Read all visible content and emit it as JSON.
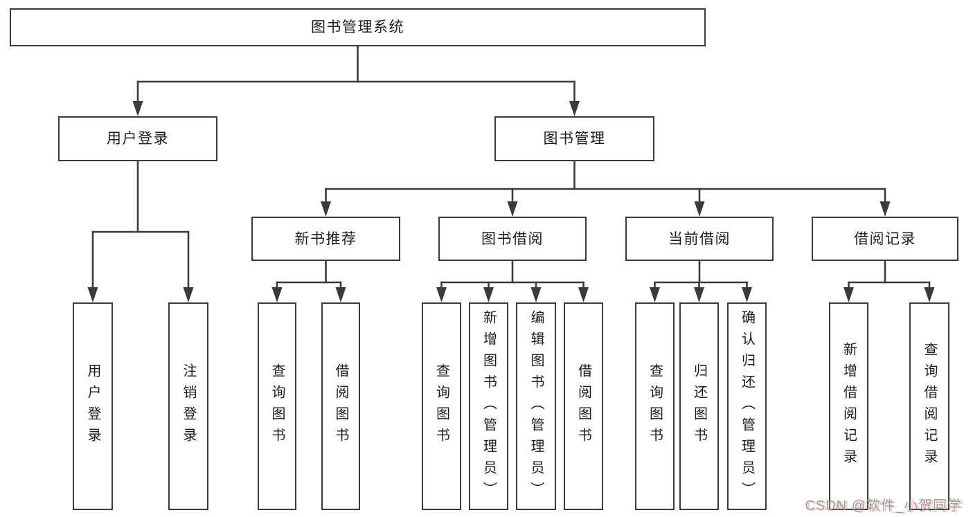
{
  "diagram": {
    "tree": {
      "id": "system-root",
      "label": "图书管理系统",
      "children": [
        {
          "id": "user-login-module",
          "label": "用户登录",
          "children": [
            {
              "id": "op-user-login",
              "label": "用户登录",
              "vertical": true
            },
            {
              "id": "op-logout",
              "label": "注销登录",
              "vertical": true
            }
          ]
        },
        {
          "id": "book-management-module",
          "label": "图书管理",
          "children": [
            {
              "id": "new-book-recommend",
              "label": "新书推荐",
              "children": [
                {
                  "id": "op-nbr-query-book",
                  "label": "查询图书",
                  "vertical": true
                },
                {
                  "id": "op-nbr-borrow-book",
                  "label": "借阅图书",
                  "vertical": true
                }
              ]
            },
            {
              "id": "book-borrowing",
              "label": "图书借阅",
              "children": [
                {
                  "id": "op-bb-query-book",
                  "label": "查询图书",
                  "vertical": true
                },
                {
                  "id": "op-bb-add-book",
                  "label": "新增图书（管理员）",
                  "vertical": true
                },
                {
                  "id": "op-bb-edit-book",
                  "label": "编辑图书（管理员）",
                  "vertical": true
                },
                {
                  "id": "op-bb-borrow-book",
                  "label": "借阅图书",
                  "vertical": true
                }
              ]
            },
            {
              "id": "current-borrowing",
              "label": "当前借阅",
              "children": [
                {
                  "id": "op-cb-query-book",
                  "label": "查询图书",
                  "vertical": true
                },
                {
                  "id": "op-cb-return-book",
                  "label": "归还图书",
                  "vertical": true
                },
                {
                  "id": "op-cb-confirm-return",
                  "label": "确认归还（管理员）",
                  "vertical": true
                }
              ]
            },
            {
              "id": "borrowing-records",
              "label": "借阅记录",
              "children": [
                {
                  "id": "op-br-add-record",
                  "label": "新增借阅记录",
                  "vertical": true
                },
                {
                  "id": "op-br-query-record",
                  "label": "查询借阅记录",
                  "vertical": true
                }
              ]
            }
          ]
        }
      ]
    },
    "colors": {
      "line": "#3a3a3a",
      "box_border": "#3a3a3a",
      "box_background": "#ffffff",
      "text": "#1c1c1c",
      "page_background": "#ffffff"
    }
  },
  "watermark": {
    "text": "CSDN @软件_小贺同学",
    "color": "#9c9c9c",
    "shadow_color": "#ee7d73"
  }
}
